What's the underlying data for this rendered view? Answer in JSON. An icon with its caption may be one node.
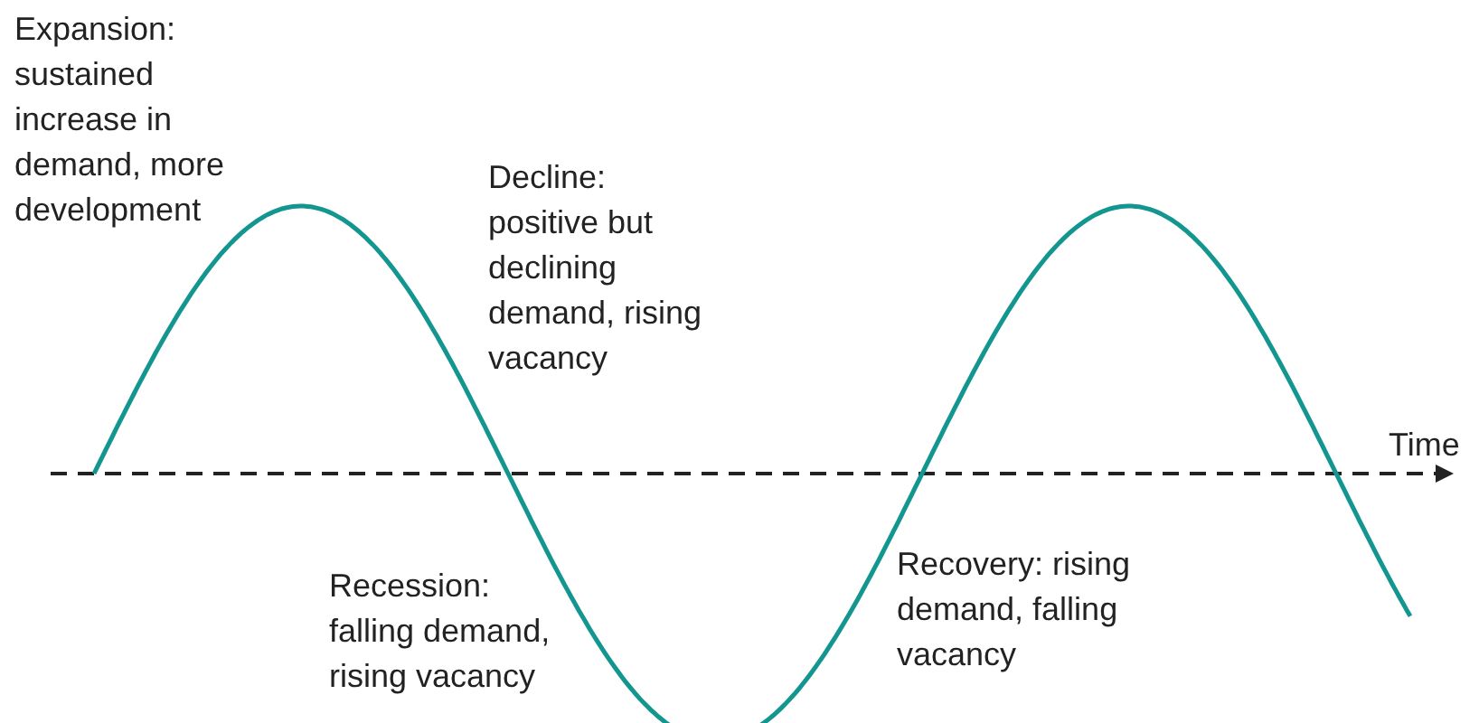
{
  "diagram": {
    "labels": [
      "Expansion: sustained increase in demand, more development",
      "Decline: positive but declining demand, rising vacancy",
      "Time",
      "Recession: falling demand, rising vacancy",
      "Recovery: rising demand, falling vacancy"
    ]
  }
}
